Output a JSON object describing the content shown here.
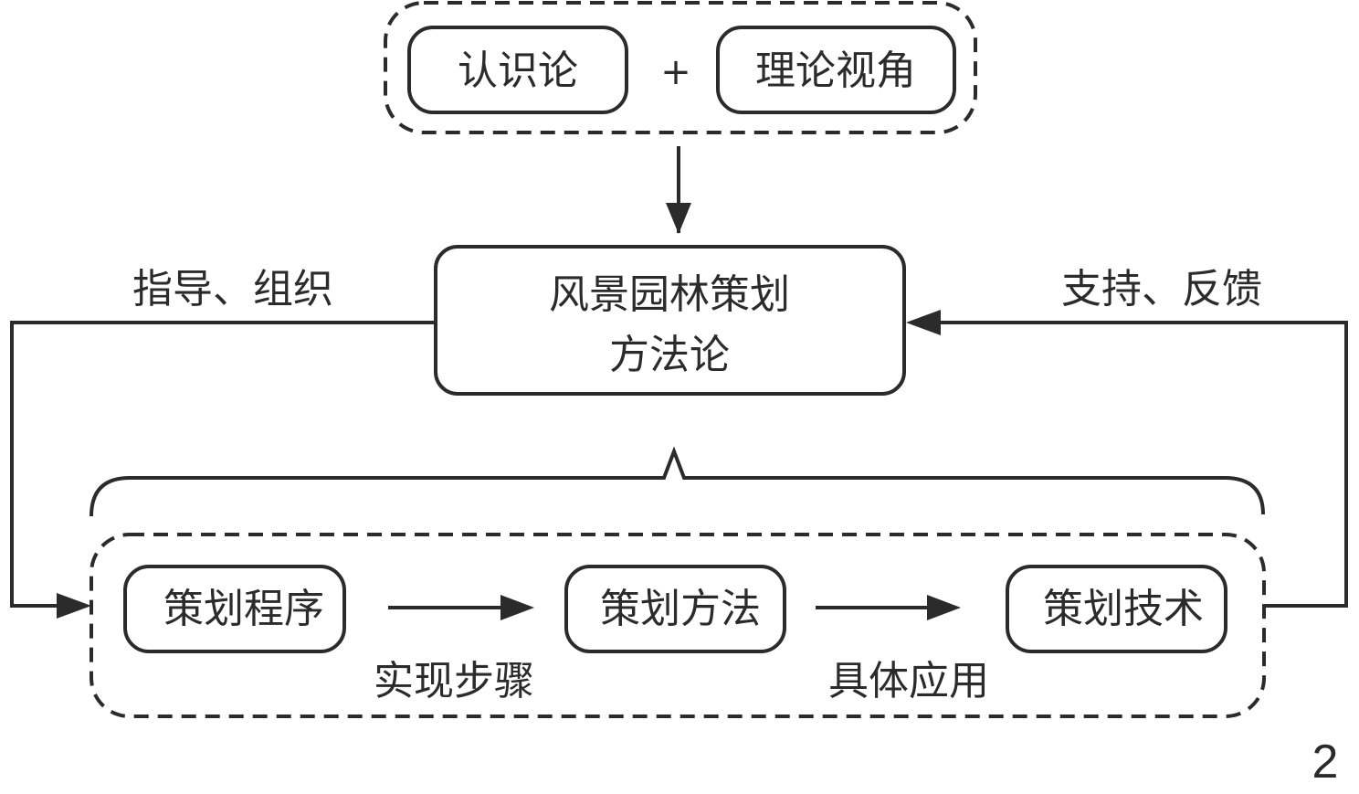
{
  "top_group": {
    "left_box": "认识论",
    "plus": "+",
    "right_box": "理论视角"
  },
  "center_box": {
    "line1": "风景园林策划",
    "line2": "方法论"
  },
  "left_label": "指导、组织",
  "right_label": "支持、反馈",
  "bottom_group": {
    "steps": [
      "策划程序",
      "策划方法",
      "策划技术"
    ],
    "connector_labels": [
      "实现步骤",
      "具体应用"
    ]
  },
  "page_number": "2",
  "colors": {
    "stroke": "#2b2b2b",
    "background": "#ffffff"
  }
}
